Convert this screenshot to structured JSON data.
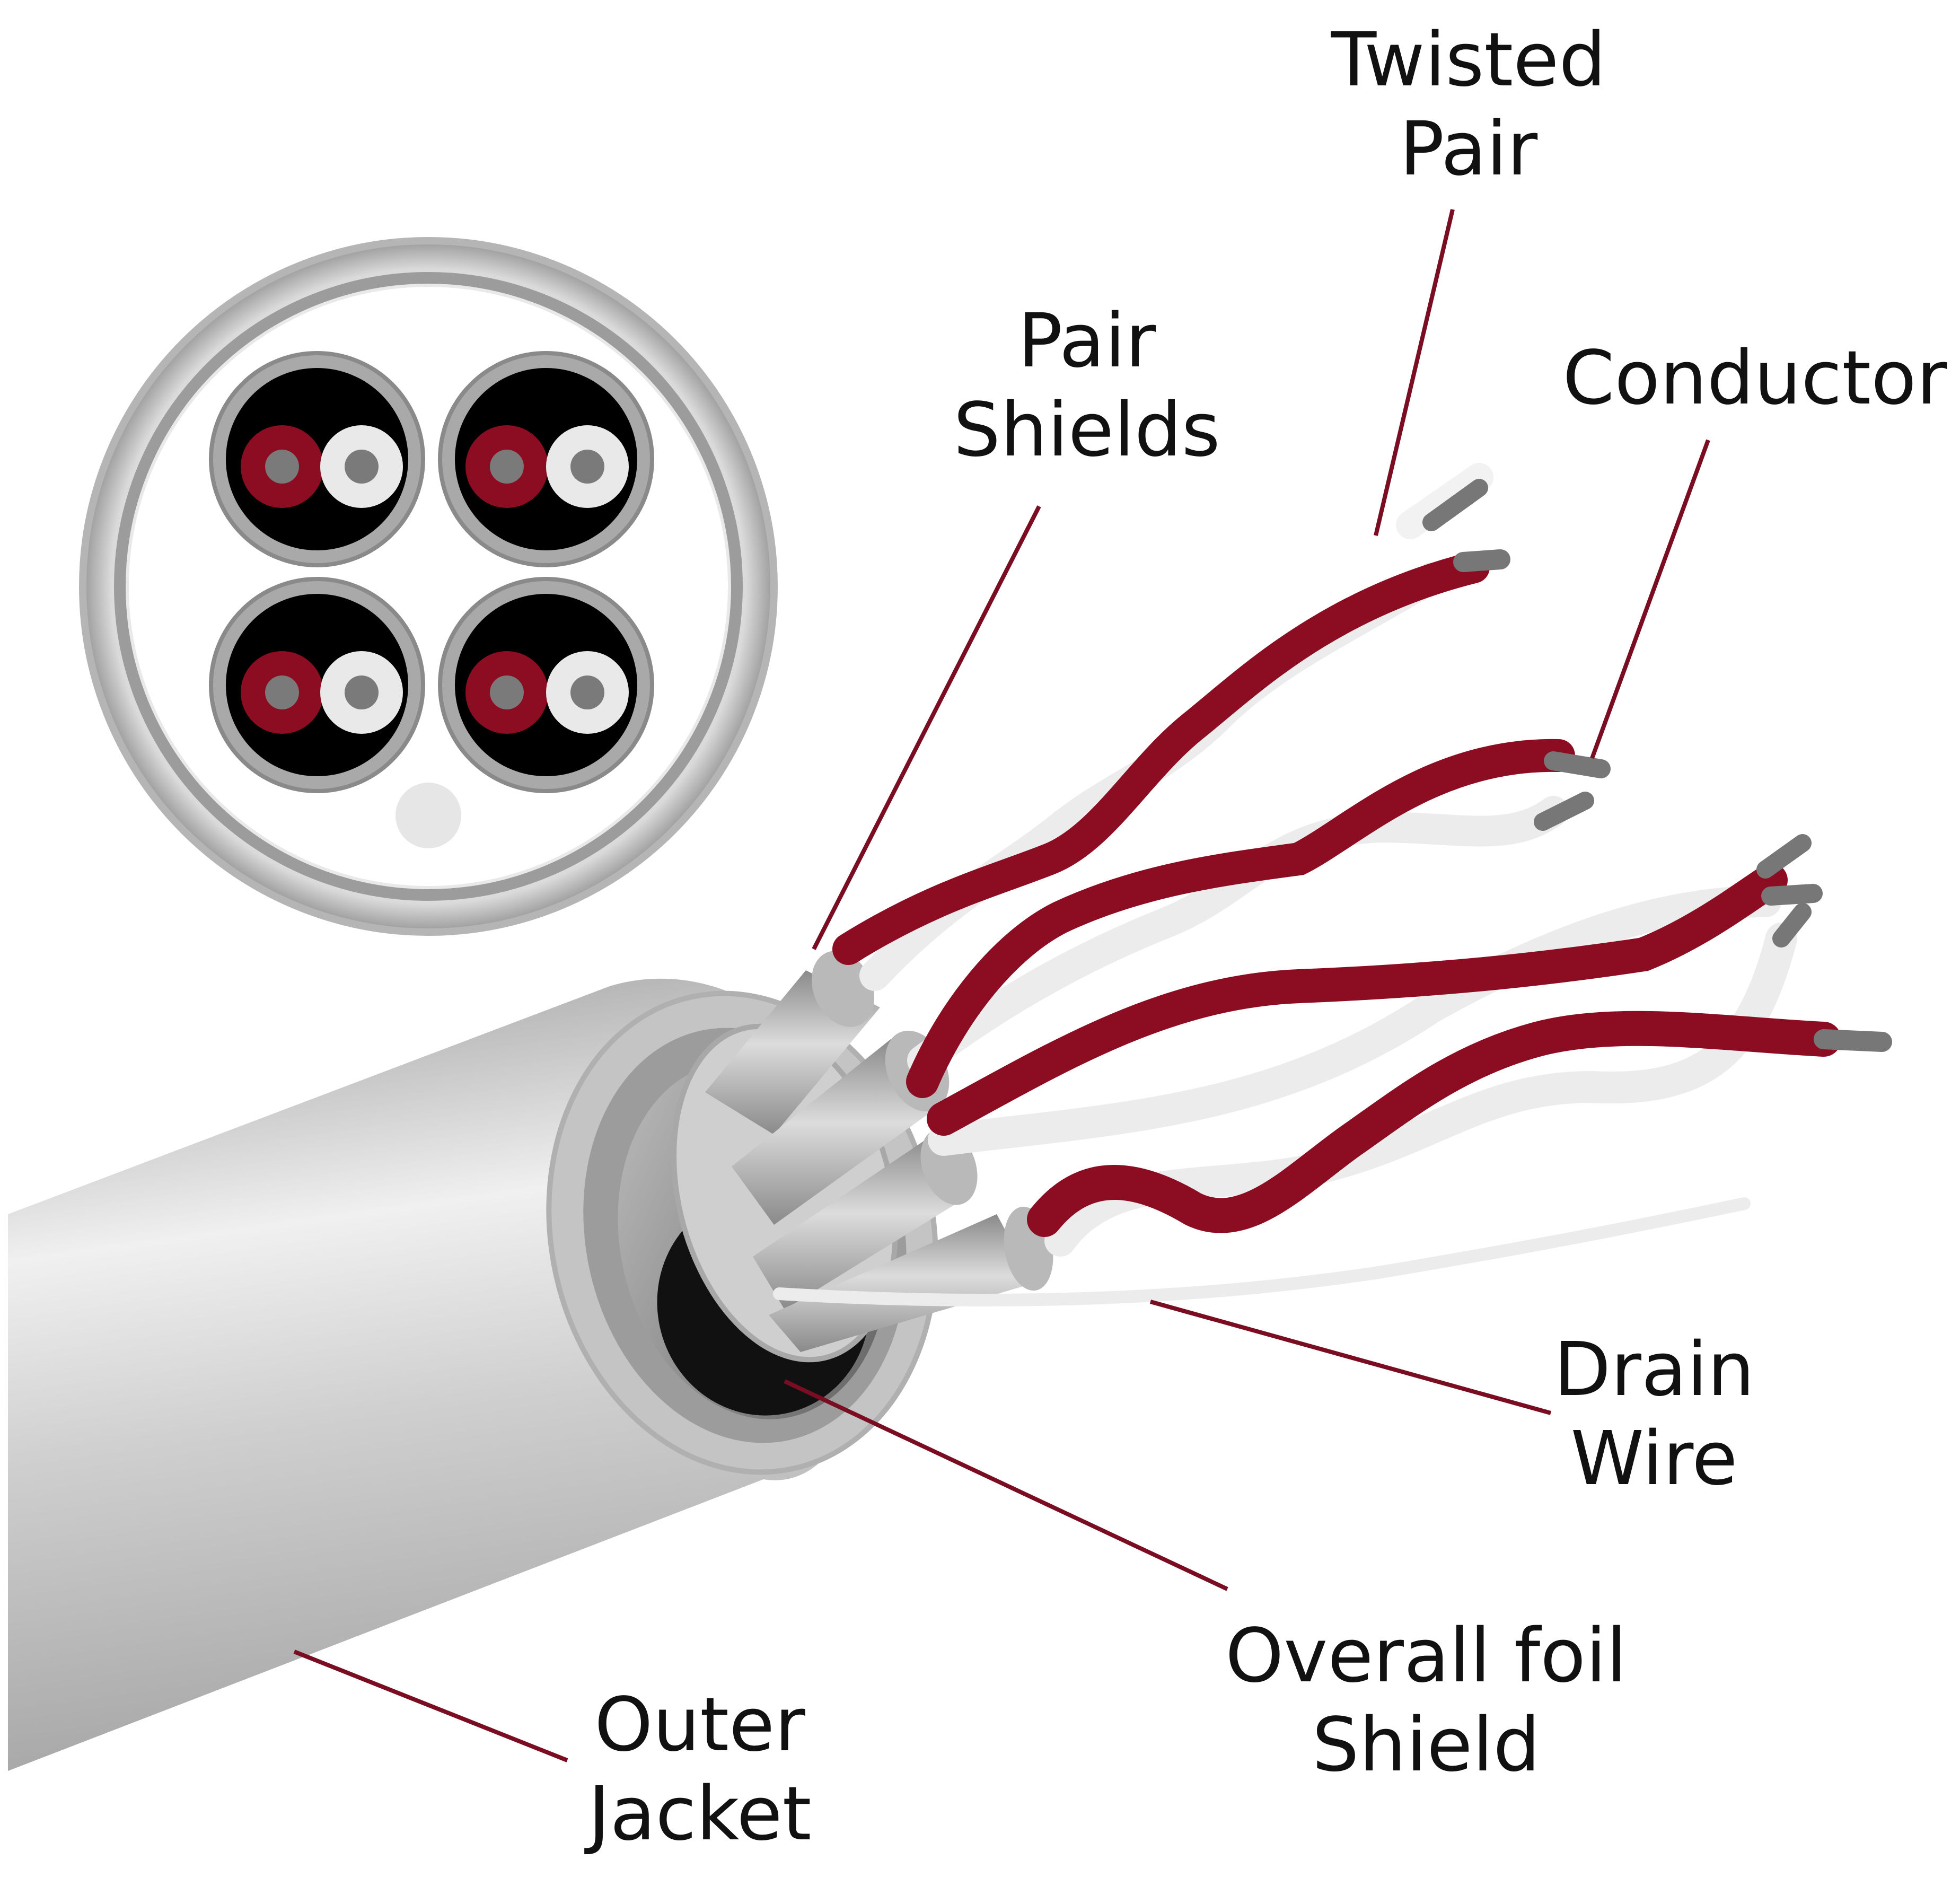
{
  "colors": {
    "accent_red": "#8c0c22",
    "leader_line": "#7a0d22",
    "wire_white": "#ececec",
    "jacket_gray": "#c8c8c8",
    "conductor_gray": "#6f6f6f"
  },
  "labels": {
    "twisted_pair": [
      "Twisted",
      "Pair"
    ],
    "pair_shields": [
      "Pair",
      "Shields"
    ],
    "conductor": [
      "Conductor"
    ],
    "drain_wire": [
      "Drain",
      "Wire"
    ],
    "overall_foil_shield": [
      "Overall foil",
      "Shield"
    ],
    "outer_jacket": [
      "Outer",
      "Jacket"
    ]
  },
  "cross_section": {
    "pair_count": 4
  }
}
